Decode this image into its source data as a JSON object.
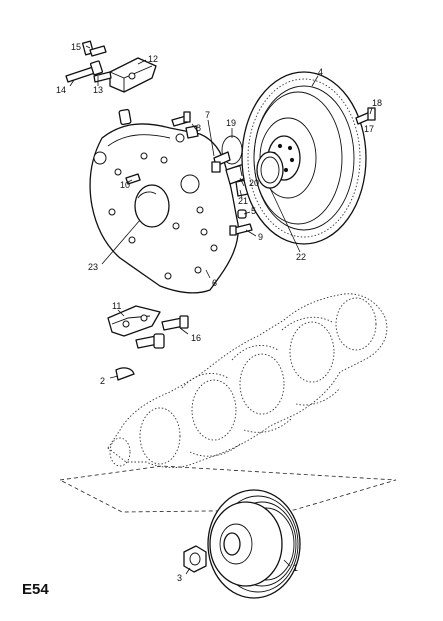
{
  "diagram": {
    "code": "E54",
    "callouts": [
      "1",
      "2",
      "3",
      "4",
      "5",
      "6",
      "7",
      "8",
      "9",
      "10",
      "11",
      "12",
      "13",
      "14",
      "15",
      "16",
      "17",
      "18",
      "19",
      "20",
      "21",
      "22",
      "23"
    ]
  }
}
